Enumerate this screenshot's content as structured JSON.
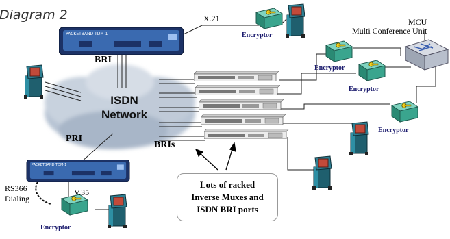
{
  "diagram": {
    "title": "Diagram 2",
    "labels": {
      "x21": "X.21",
      "bri": "BRI",
      "pri": "PRI",
      "bris": "BRIs",
      "rs366": "RS366",
      "dialing": "Dialing",
      "v35": "V.35"
    },
    "cloud": {
      "line1": "ISDN",
      "line2": "Network"
    },
    "mcu": {
      "line1": "MCU",
      "line2": "Multi Conference Unit"
    },
    "encryptor_label": "Encryptor",
    "device_brand": "PACKETBAND TDM-1",
    "note": {
      "line1": "Lots of racked",
      "line2": "Inverse Muxes and",
      "line3": "ISDN BRI ports"
    },
    "colors": {
      "cloud": "#b8c4d4",
      "device_body": "#1f3a6e",
      "device_face": "#2a5a9e",
      "encryptor": "#3aa58e",
      "workstation": "#2a7a8a",
      "line": "#222222",
      "rack": "#9a9a9a"
    }
  }
}
